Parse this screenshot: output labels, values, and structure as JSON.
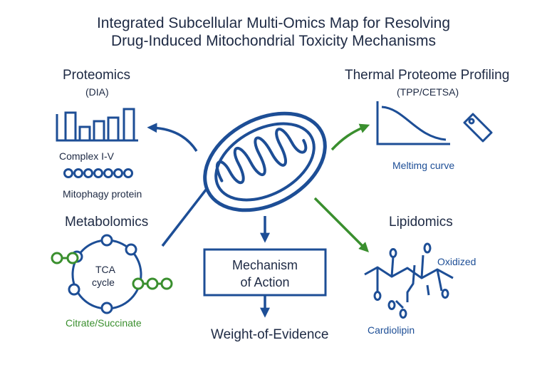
{
  "title": {
    "line1": "Integrated Subcellular Multi-Omics Map for Resolving",
    "line2": "Drug-Induced Mitochondrial Toxicity Mechanisms"
  },
  "proteomics": {
    "heading": "Proteomics",
    "method": "(DIA)",
    "label_complex": "Complex I-V",
    "label_mitophagy": "Mitophagy protein"
  },
  "tpp": {
    "heading": "Thermal Proteome Profiling",
    "method": "(TPP/CETSA)",
    "label_curve": "Meltimg curve"
  },
  "metabolomics": {
    "heading": "Metabolomics",
    "cycle_line1": "TCA",
    "cycle_line2": "cycle",
    "label_metabolites": "Citrate/Succinate"
  },
  "lipidomics": {
    "heading": "Lipidomics",
    "label_oxidized": "Oxidized",
    "label_lipid": "Cardiolipin"
  },
  "center": {
    "moa_line1": "Mechanism",
    "moa_line2": "of Action",
    "woe": "Weight-of-Evidence"
  },
  "colors": {
    "navy": "#1d4e96",
    "green": "#3a8f2e",
    "text": "#1e2a44"
  }
}
